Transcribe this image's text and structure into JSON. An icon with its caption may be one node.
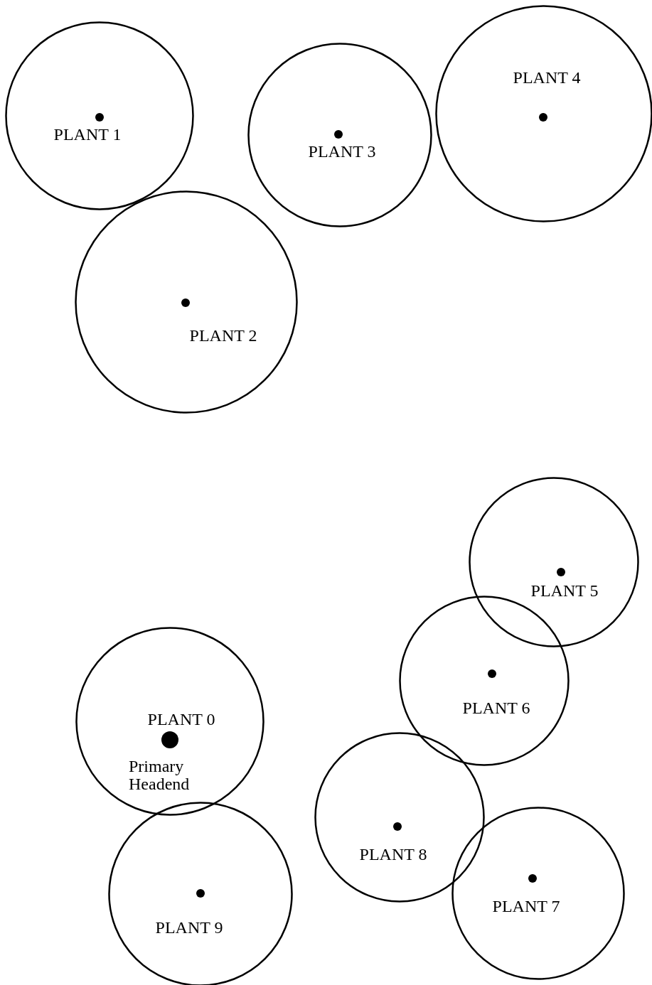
{
  "diagram": {
    "nodes": [
      {
        "text": [
          "PLANT 1"
        ]
      },
      {
        "text": [
          "PLANT 3"
        ]
      },
      {
        "text": [
          "PLANT 4"
        ]
      },
      {
        "text": [
          "PLANT 2"
        ]
      },
      {
        "text": [
          "PLANT 5"
        ]
      },
      {
        "text": [
          "PLANT 6"
        ]
      },
      {
        "text": [
          "PLANT 0",
          "Primary Headend"
        ]
      },
      {
        "text": [
          "PLANT 8"
        ]
      },
      {
        "text": [
          "PLANT 9"
        ]
      },
      {
        "text": [
          "PLANT 7"
        ]
      }
    ]
  }
}
